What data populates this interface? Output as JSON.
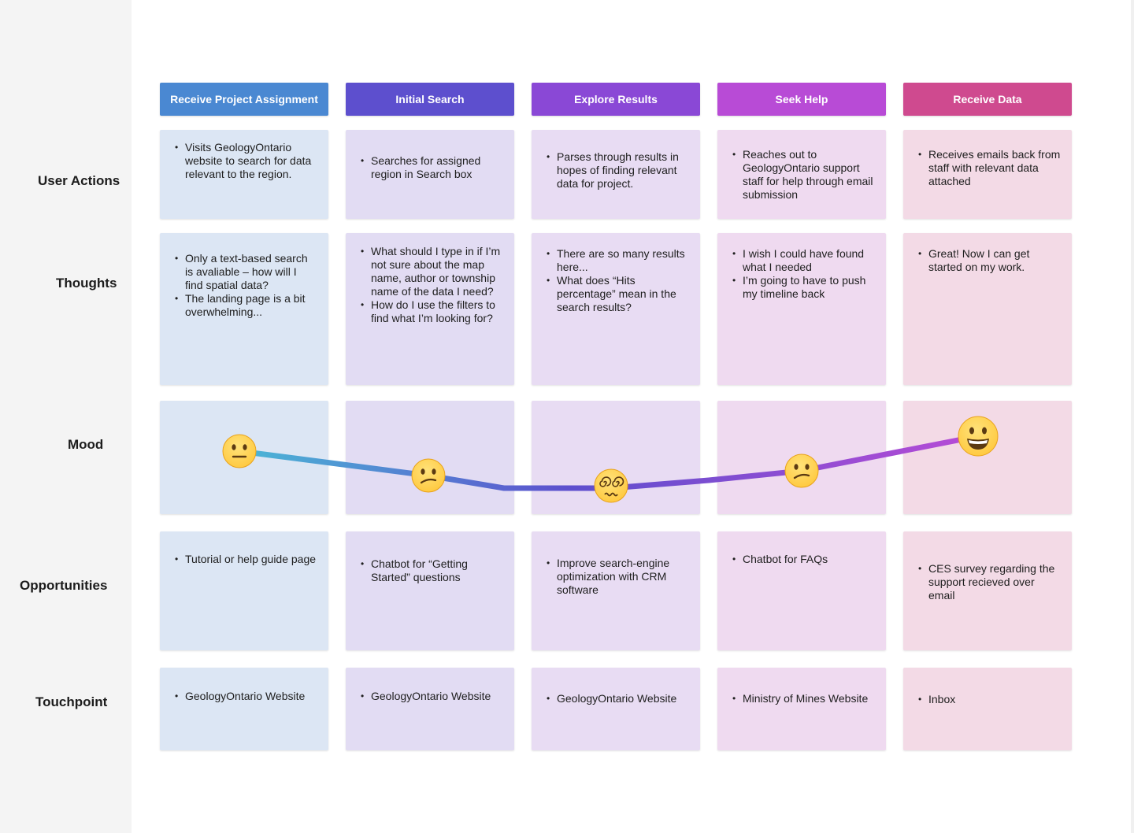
{
  "row_labels": {
    "user_actions": "User Actions",
    "thoughts": "Thoughts",
    "mood": "Mood",
    "opportunities": "Opportunities",
    "touchpoint": "Touchpoint"
  },
  "stages": [
    {
      "title": "Receive Project Assignment",
      "color": "#4a88d2",
      "user_actions": [
        "Visits GeologyOntario website to search for data relevant to the region."
      ],
      "thoughts": [
        "Only a text-based search is avaliable – how will I find spatial data?",
        "The landing page is a bit overwhelming..."
      ],
      "mood": "neutral",
      "opportunities": [
        "Tutorial or help guide page"
      ],
      "touchpoint": [
        "GeologyOntario Website"
      ]
    },
    {
      "title": "Initial Search",
      "color": "#5d4fce",
      "user_actions": [
        "Searches for assigned region in Search box"
      ],
      "thoughts": [
        "What should I type in if I’m not sure about the map name, author or township name of the data I need?",
        "How do I use the filters to find what I’m looking for?"
      ],
      "mood": "confused",
      "opportunities": [
        "Chatbot for “Getting Started” questions"
      ],
      "touchpoint": [
        "GeologyOntario Website"
      ]
    },
    {
      "title": "Explore Results",
      "color": "#8a48d6",
      "user_actions": [
        "Parses through results in hopes of finding relevant data for project."
      ],
      "thoughts": [
        "There are so many results here...",
        "What does “Hits percentage” mean in the search results?"
      ],
      "mood": "dizzy",
      "opportunities": [
        "Improve search-engine optimization with CRM software"
      ],
      "touchpoint": [
        "GeologyOntario Website"
      ]
    },
    {
      "title": "Seek Help",
      "color": "#b84bd6",
      "user_actions": [
        "Reaches out to GeologyOntario support staff for help through email submission"
      ],
      "thoughts": [
        "I wish I could have found what I needed",
        "I’m going to have to push my timeline back"
      ],
      "mood": "confused",
      "opportunities": [
        "Chatbot for FAQs"
      ],
      "touchpoint": [
        "Ministry of Mines Website"
      ]
    },
    {
      "title": "Receive Data",
      "color": "#cf4a8f",
      "user_actions": [
        "Receives emails back from staff with relevant data attached"
      ],
      "thoughts": [
        "Great! Now I can get started on my work."
      ],
      "mood": "grinning",
      "opportunities": [
        "CES survey regarding the support recieved over email"
      ],
      "touchpoint": [
        "Inbox"
      ]
    }
  ],
  "colors": {
    "line_start": "#4ab8d6",
    "line_mid": "#5d4fce",
    "line_end": "#b84bd6",
    "emoji_face": "#ffc83d"
  }
}
